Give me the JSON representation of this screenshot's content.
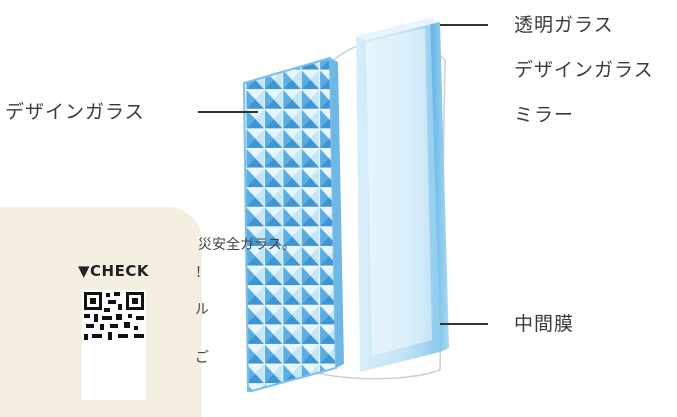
{
  "labels": {
    "left_design_glass": "デザインガラス",
    "clear_glass": "透明ガラス",
    "design_glass": "デザインガラス",
    "mirror": "ミラー",
    "interlayer": "中間膜"
  },
  "card": {
    "line1": "災安全ガラス。",
    "line2": "！",
    "line3": "ル",
    "line4": "ご",
    "check_title": "▼CHECK"
  },
  "icons": {
    "qr": "qr-code-icon"
  },
  "colors": {
    "glass_blue": "#7fc6ee",
    "card_bg": "#f5efe2"
  }
}
